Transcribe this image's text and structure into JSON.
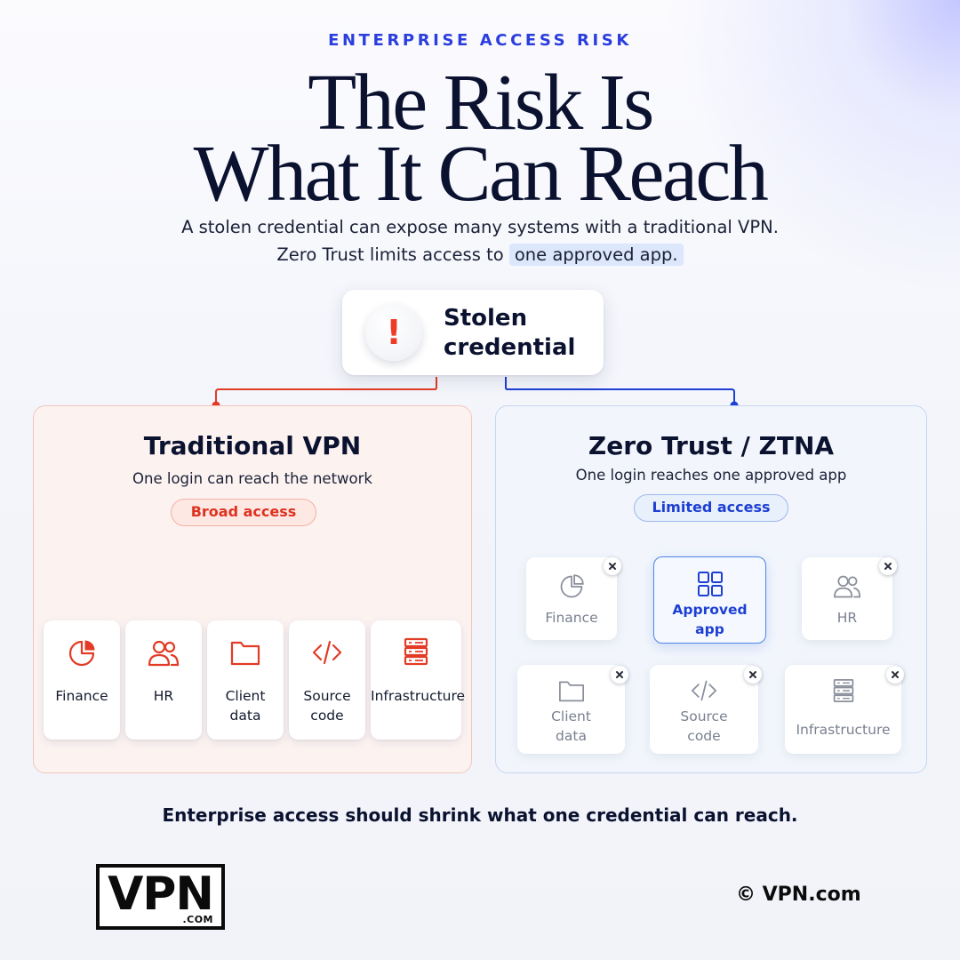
{
  "header": {
    "eyebrow": "ENTERPRISE ACCESS RISK",
    "headline_line1": "The Risk Is",
    "headline_line2": "What It Can Reach",
    "subtitle_line1": "A stolen credential can expose many systems with a traditional VPN.",
    "subtitle_line2_prefix": "Zero Trust limits access to ",
    "subtitle_line2_highlight": "one approved app."
  },
  "credential": {
    "icon": "exclamation-icon",
    "label_line1": "Stolen",
    "label_line2": "credential"
  },
  "vpn": {
    "title": "Traditional VPN",
    "subtitle": "One login can reach the network",
    "badge": "Broad access",
    "tiles": [
      {
        "icon": "pie-chart-icon",
        "line1": "Finance",
        "line2": ""
      },
      {
        "icon": "users-icon",
        "line1": "HR",
        "line2": ""
      },
      {
        "icon": "folder-icon",
        "line1": "Client",
        "line2": "data"
      },
      {
        "icon": "code-icon",
        "line1": "Source",
        "line2": "code"
      },
      {
        "icon": "server-icon",
        "line1": "Infrastructure",
        "line2": ""
      }
    ]
  },
  "zero_trust": {
    "title": "Zero Trust / ZTNA",
    "subtitle": "One login reaches one approved app",
    "badge": "Limited access",
    "approved": {
      "icon": "grid-icon",
      "line1": "Approved",
      "line2": "app"
    },
    "blocked": [
      {
        "icon": "pie-chart-icon",
        "line1": "Finance",
        "line2": ""
      },
      {
        "icon": "users-icon",
        "line1": "HR",
        "line2": ""
      },
      {
        "icon": "folder-icon",
        "line1": "Client",
        "line2": "data"
      },
      {
        "icon": "code-icon",
        "line1": "Source",
        "line2": "code"
      },
      {
        "icon": "server-icon",
        "line1": "Infrastructure",
        "line2": ""
      }
    ]
  },
  "footer": {
    "tagline": "Enterprise access should shrink what one credential can reach.",
    "logo_main": "VPN",
    "logo_sub": ".COM",
    "copyright": "© VPN.com"
  },
  "colors": {
    "accent_blue": "#2a3dde",
    "vpn_red": "#e23b26",
    "zt_blue": "#1d3fd3"
  }
}
